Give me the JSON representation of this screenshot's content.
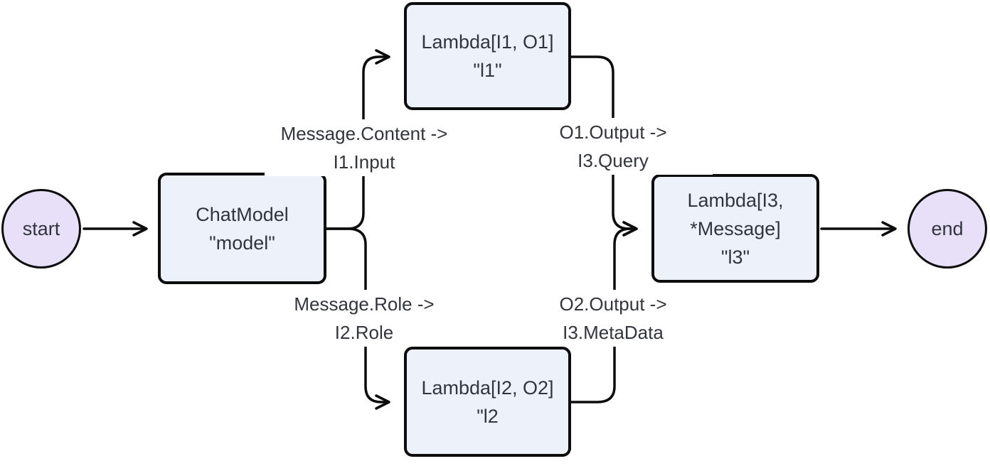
{
  "diagram": {
    "type": "flowchart",
    "direction": "left-to-right",
    "colors": {
      "background": "#ffffff",
      "rect_node_fill": "#ecf1fa",
      "terminal_node_fill": "#e7e0f8",
      "node_border": "#0c0c0c",
      "edge_stroke": "#0c0c0c",
      "text": "#32353c",
      "edge_label_bg": "#ffffff"
    },
    "nodes": [
      {
        "id": "start",
        "shape": "circle",
        "label": "start"
      },
      {
        "id": "model",
        "shape": "rect",
        "label": "ChatModel\n\"model\""
      },
      {
        "id": "l1",
        "shape": "rect",
        "label": "Lambda[I1, O1]\n\"l1\""
      },
      {
        "id": "l2",
        "shape": "rect",
        "label": "Lambda[I2, O2]\n\"l2"
      },
      {
        "id": "l3",
        "shape": "rect",
        "label": "Lambda[I3,\n*Message]\n\"l3\""
      },
      {
        "id": "end",
        "shape": "circle",
        "label": "end"
      }
    ],
    "edges": [
      {
        "from": "start",
        "to": "model",
        "label": ""
      },
      {
        "from": "model",
        "to": "l1",
        "label": "Message.Content ->\nI1.Input"
      },
      {
        "from": "model",
        "to": "l2",
        "label": "Message.Role ->\nI2.Role"
      },
      {
        "from": "l1",
        "to": "l3",
        "label": "O1.Output ->\nI3.Query"
      },
      {
        "from": "l2",
        "to": "l3",
        "label": "O2.Output ->\nI3.MetaData"
      },
      {
        "from": "l3",
        "to": "end",
        "label": ""
      }
    ]
  }
}
